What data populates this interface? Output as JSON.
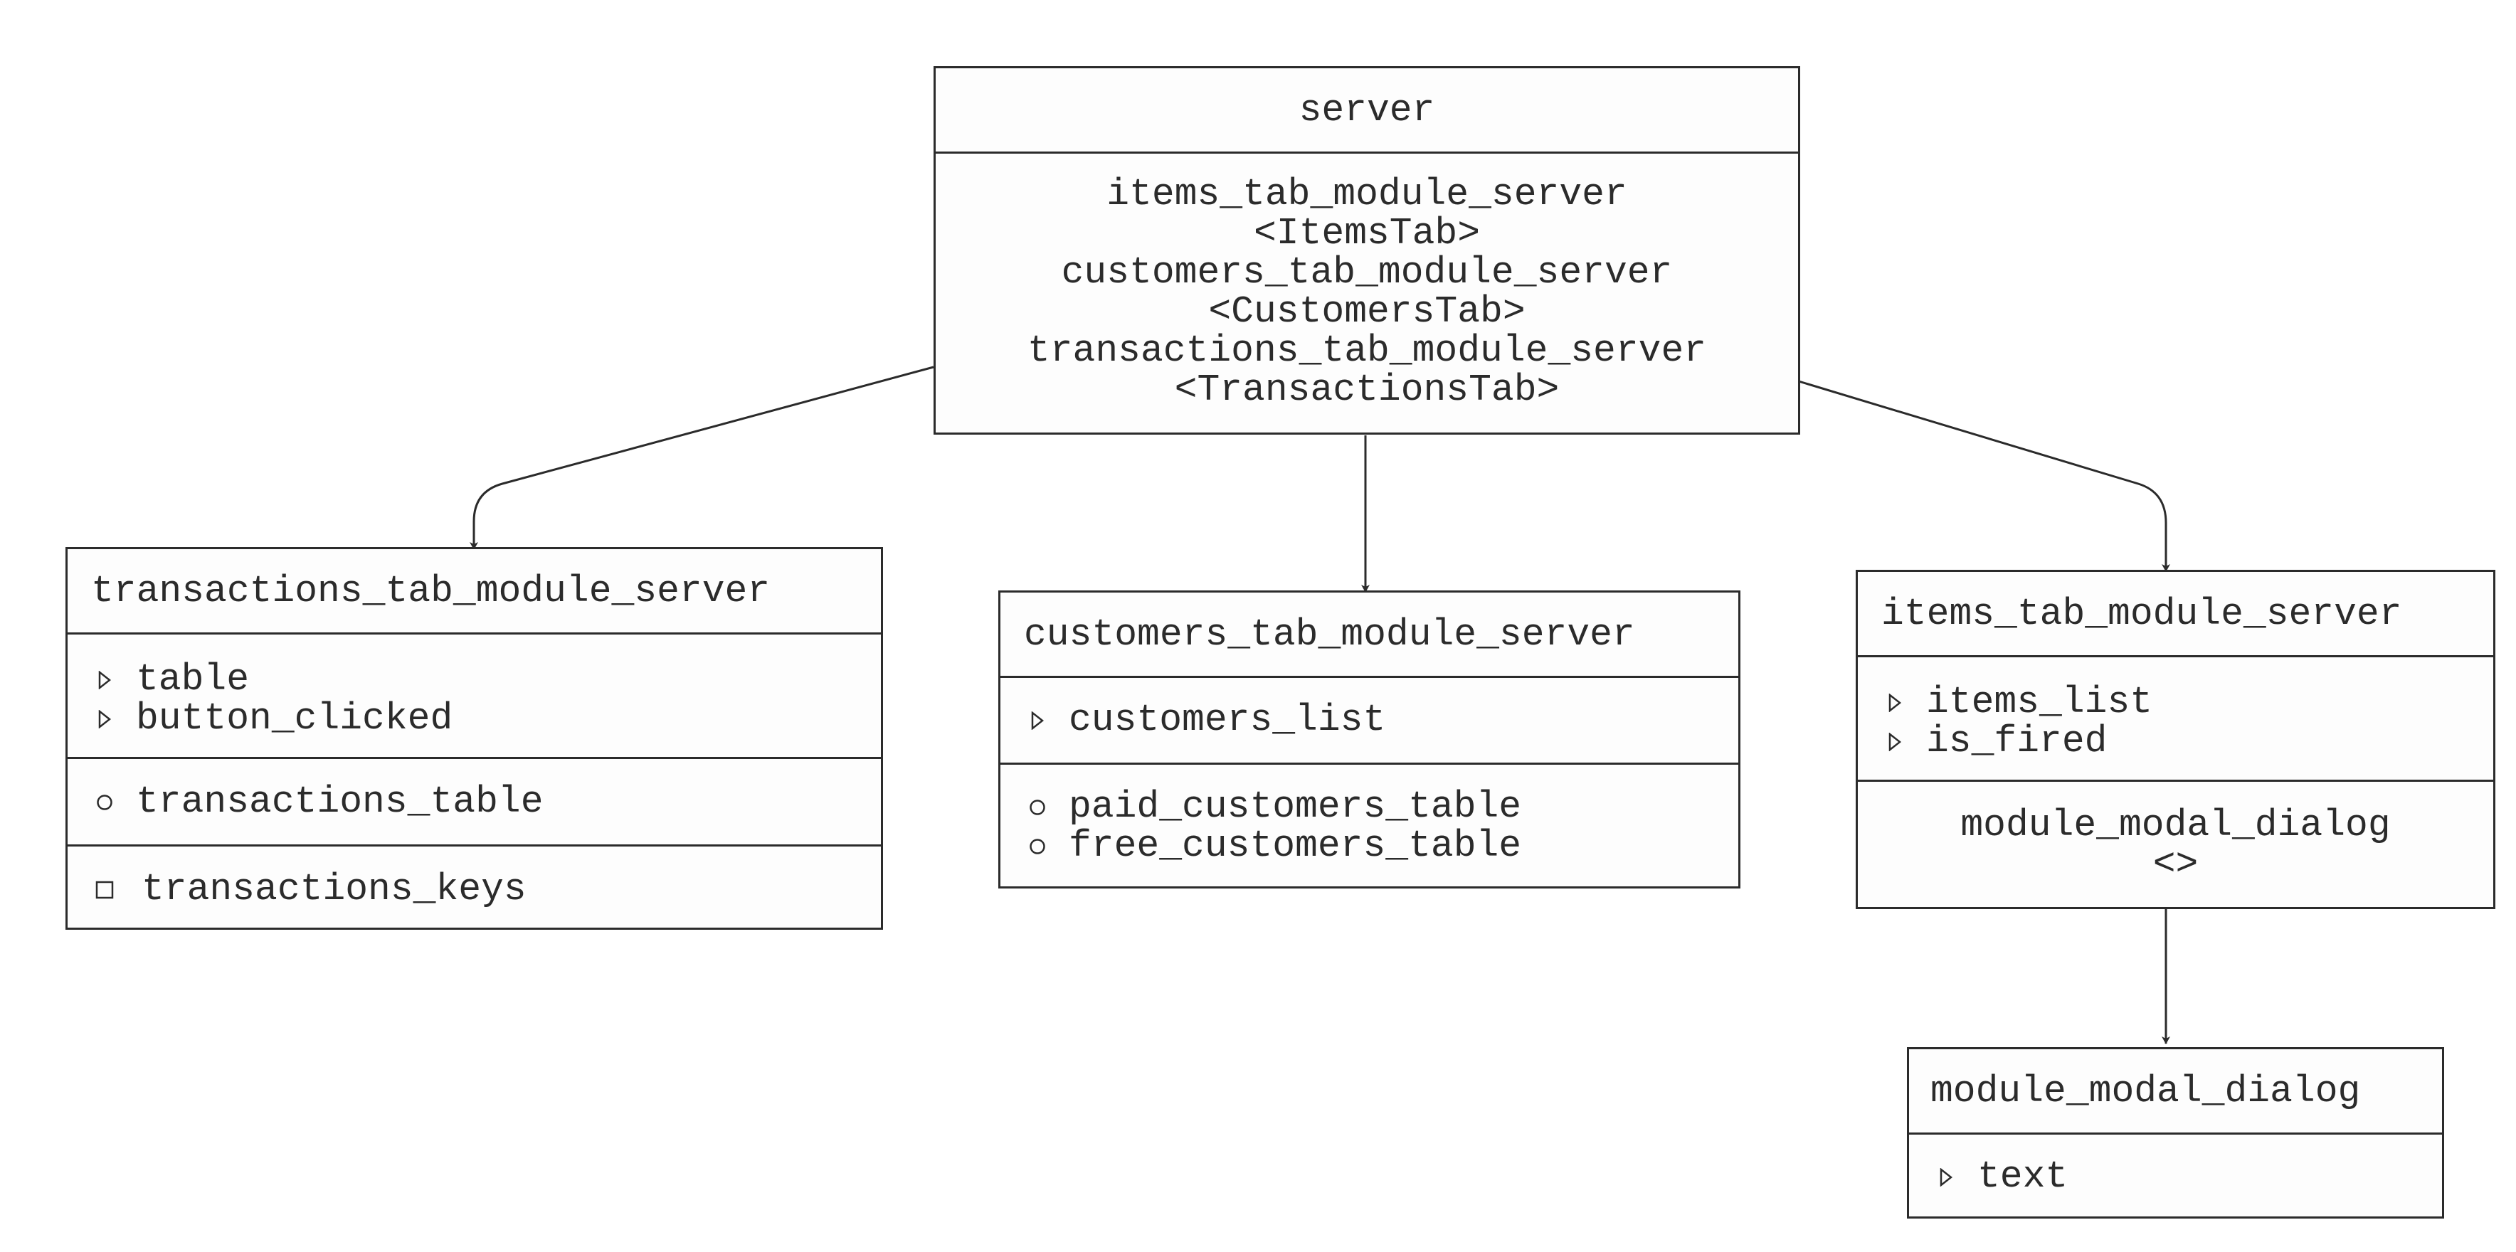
{
  "colors": {
    "line": "#2b2b2b",
    "fill": "#fdfdfd",
    "background": "#ffffff"
  },
  "server": {
    "title": "server",
    "lines": [
      "items_tab_module_server",
      "<ItemsTab>",
      "customers_tab_module_server",
      "<CustomersTab>",
      "transactions_tab_module_server",
      "<TransactionsTab>"
    ]
  },
  "transactions": {
    "title": "transactions_tab_module_server",
    "inputs": [
      "table",
      "button_clicked"
    ],
    "outputs": [
      "transactions_table"
    ],
    "reactives": [
      "transactions_keys"
    ]
  },
  "customers": {
    "title": "customers_tab_module_server",
    "inputs": [
      "customers_list"
    ],
    "outputs": [
      "paid_customers_table",
      "free_customers_table"
    ]
  },
  "items": {
    "title": "items_tab_module_server",
    "inputs": [
      "items_list",
      "is_fired"
    ],
    "calls": [
      "module_modal_dialog",
      "<>"
    ]
  },
  "modal": {
    "title": "module_modal_dialog",
    "inputs": [
      "text"
    ]
  },
  "icons": {
    "input_marker": "triangle-right-icon",
    "output_marker": "circle-icon",
    "reactive_marker": "square-icon"
  }
}
